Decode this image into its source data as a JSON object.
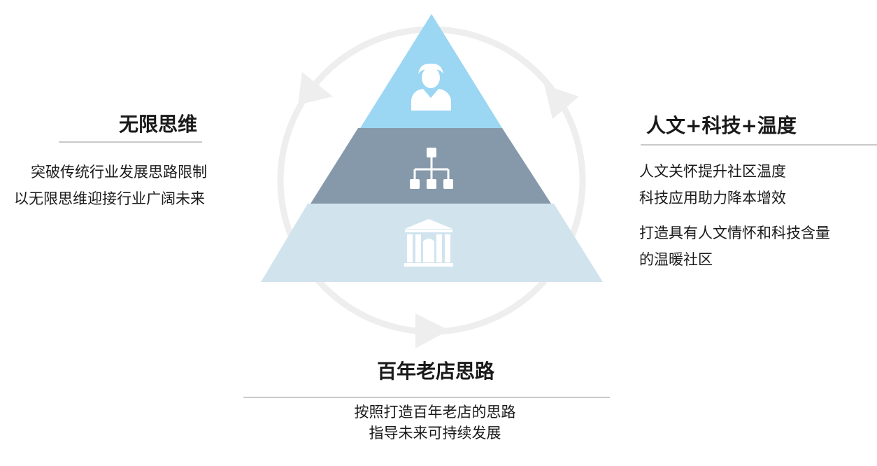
{
  "left": {
    "heading": "无限思维",
    "lines": [
      "突破传统行业发展思路限制",
      "以无限思维迎接行业广阔未来"
    ]
  },
  "right": {
    "heading": "人文+科技+温度",
    "lines": [
      "人文关怀提升社区温度",
      "科技应用助力降本增效",
      "打造具有人文情怀和科技含量",
      "的温暖社区"
    ]
  },
  "bottom": {
    "heading": "百年老店思路",
    "lines": [
      "按照打造百年老店的思路",
      "指导未来可持续发展"
    ]
  },
  "pyramid": {
    "top_icon": "person-icon",
    "middle_icon": "org-chart-icon",
    "bottom_icon": "building-icon",
    "colors": {
      "top": "#9bd6f2",
      "middle": "#8699ab",
      "bottom": "#d1e4ee",
      "cycle": "#eeeeee"
    }
  }
}
